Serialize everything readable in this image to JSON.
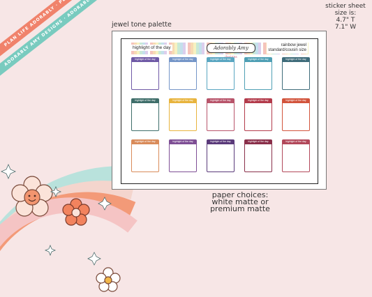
{
  "ribbons": {
    "text": "PLAN LIFE ADORABLY · PLAN LIFE ADORABLY · PLAN LIFE ADORABLY",
    "text2": "ADORABLY AMY DESIGNS · ADORABLY AMY DESIGNS · ADORABLY AMY DESIGNS"
  },
  "sheet_size": {
    "line1": "sticker sheet",
    "line2": "size is:",
    "line3": "4.7\" T",
    "line4": "7.1\" W"
  },
  "palette_name": "jewel tone palette",
  "sheet": {
    "header_left": "highlight of the day",
    "logo_main": "Adorably Amy",
    "logo_sub": "designs",
    "header_right_1": "rainbow jewel",
    "header_right_2": "standard/cousin size",
    "tab_text": "highlight of the day",
    "colors": [
      "#6f5aa6",
      "#7596c8",
      "#5aa6c1",
      "#4f9fb4",
      "#3f6c7a",
      "#3f6e6a",
      "#e8b43d",
      "#b8546a",
      "#b33b4b",
      "#d2543c",
      "#d98b5a",
      "#7e4f95",
      "#5a3a7a",
      "#8a2f4a",
      "#b2485a"
    ]
  },
  "paper": {
    "line1": "paper choices:",
    "line2": "white matte or",
    "line3": "premium matte"
  }
}
